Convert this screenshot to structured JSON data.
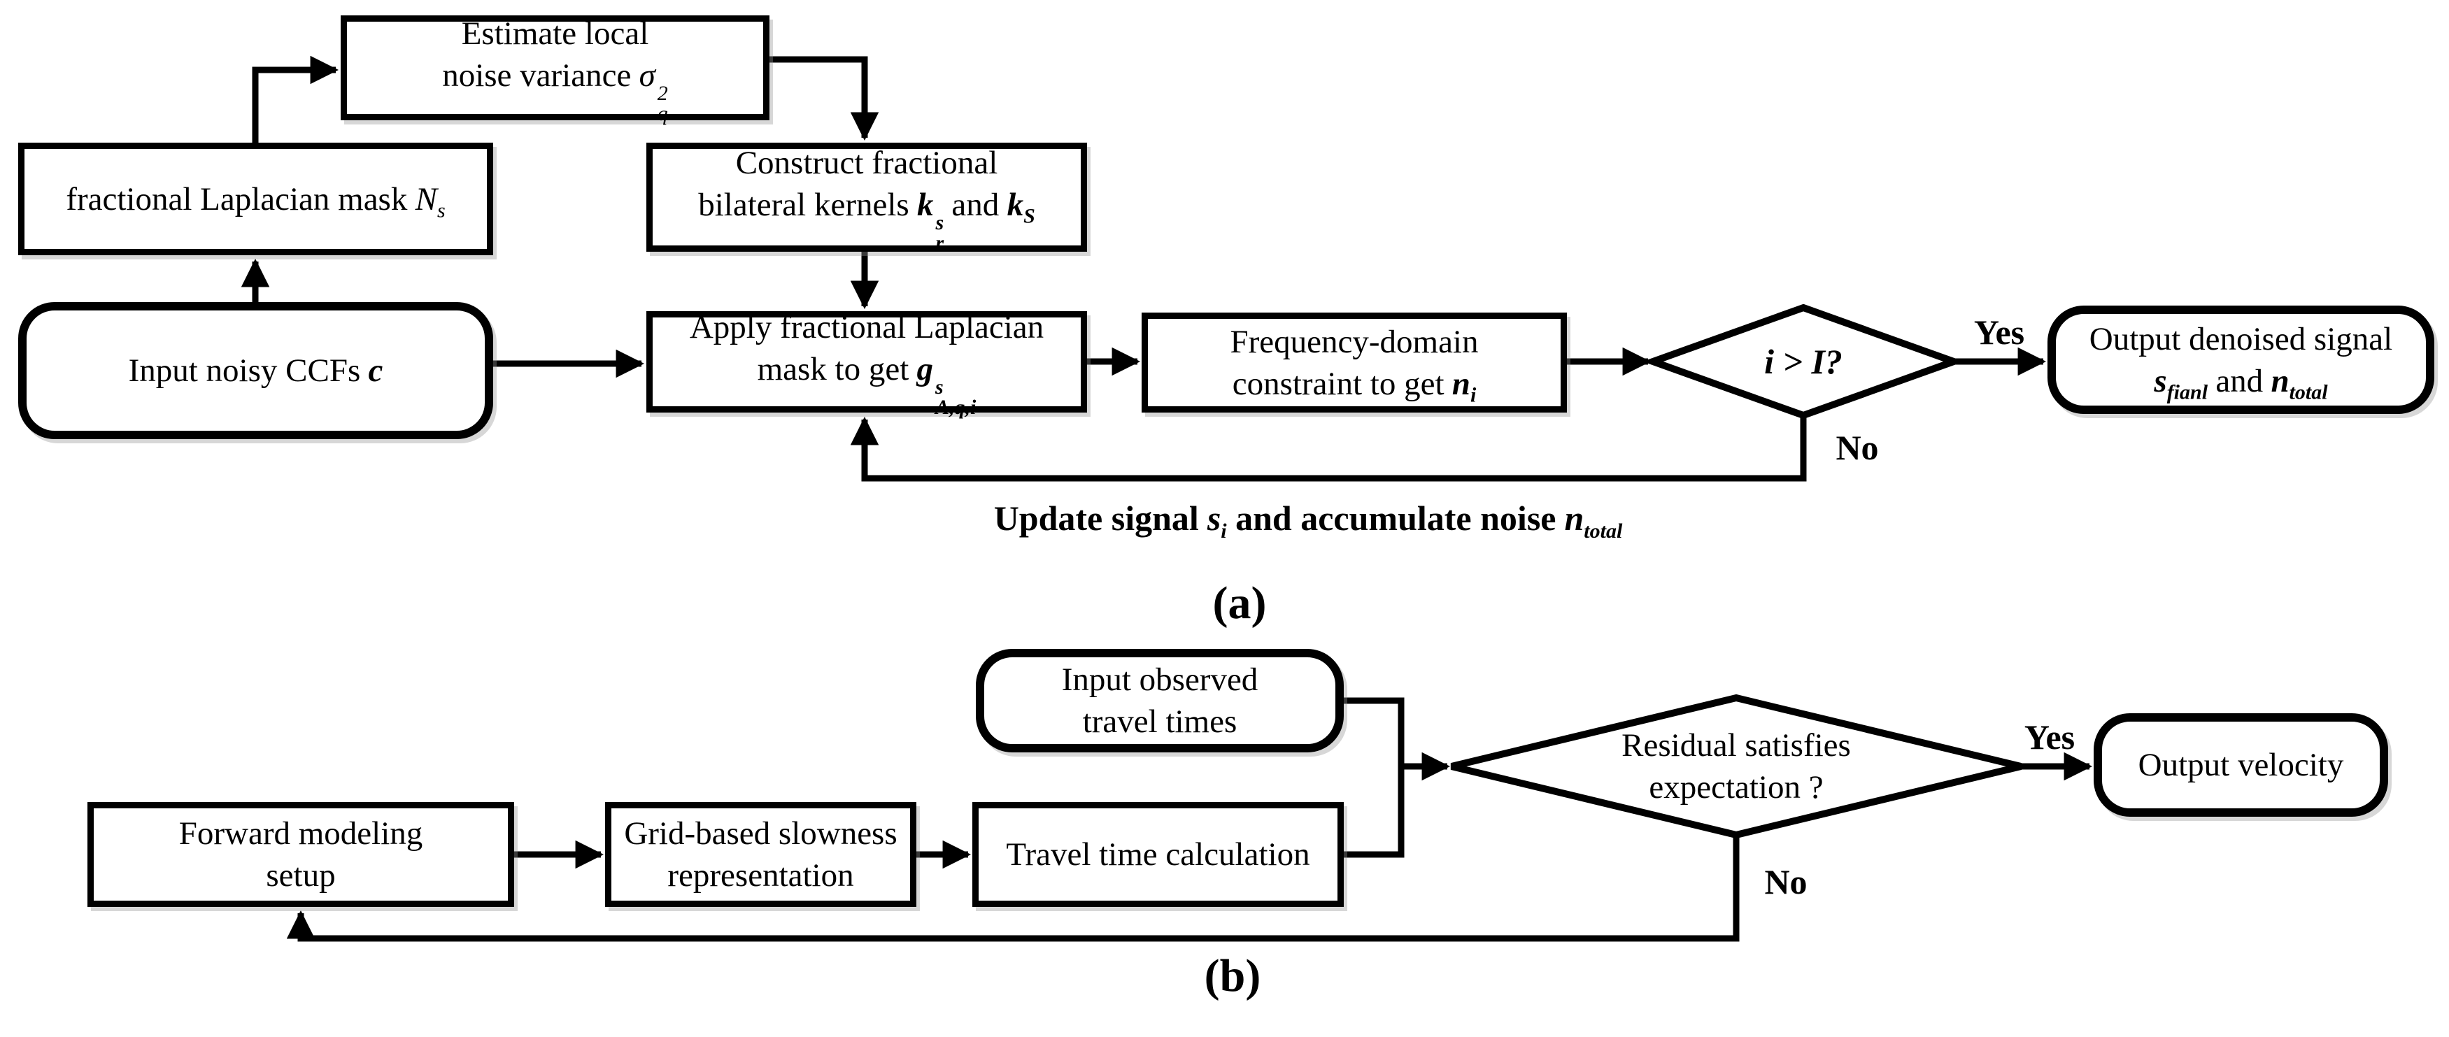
{
  "colors": {
    "ink": "#000000",
    "paper": "#ffffff"
  },
  "panel_a": {
    "nodes": {
      "estimate": {
        "line1": "Estimate local",
        "line2": "noise variance",
        "sym": "σ",
        "sym_sup": "2",
        "sym_sub": "q"
      },
      "mask": {
        "text": "fractional Laplacian mask",
        "var": "N",
        "var_sub": "s"
      },
      "input": {
        "text": "Input noisy CCFs",
        "var": "c"
      },
      "construct": {
        "line1": "Construct fractional",
        "line2": "bilateral kernels",
        "var1": "k",
        "var1_sup": "s",
        "var1_sub": "r",
        "conj": "and",
        "var2": "k",
        "var2_sub": "S"
      },
      "apply": {
        "line1": "Apply fractional Laplacian",
        "line2": "mask to get",
        "var": "g",
        "var_sup": "s",
        "var_sub": "A,q,i"
      },
      "freq": {
        "line1": "Frequency-domain",
        "line2": "constraint to get",
        "var": "n",
        "var_sub": "i"
      },
      "decision": {
        "text": "i > I?"
      },
      "output": {
        "line1": "Output denoised signal",
        "var1": "s",
        "var1_sub": "fianl",
        "conj": "and",
        "var2": "n",
        "var2_sub": "total"
      }
    },
    "labels": {
      "yes": "Yes",
      "no": "No",
      "caption": "(a)",
      "update": {
        "t1": "Update signal",
        "v1": "s",
        "v1_sub": "i",
        "t2": "and accumulate noise",
        "v2": "n",
        "v2_sub": "total"
      }
    }
  },
  "panel_b": {
    "nodes": {
      "input_observed": {
        "line1": "Input observed",
        "line2": "travel times"
      },
      "forward": {
        "line1": "Forward modeling",
        "line2": "setup"
      },
      "grid": {
        "line1": "Grid-based slowness",
        "line2": "representation"
      },
      "travel": {
        "text": "Travel time calculation"
      },
      "decision": {
        "line1": "Residual satisfies",
        "line2": "expectation ?"
      },
      "output": {
        "text": "Output velocity"
      }
    },
    "labels": {
      "yes": "Yes",
      "no": "No",
      "caption": "(b)"
    }
  }
}
